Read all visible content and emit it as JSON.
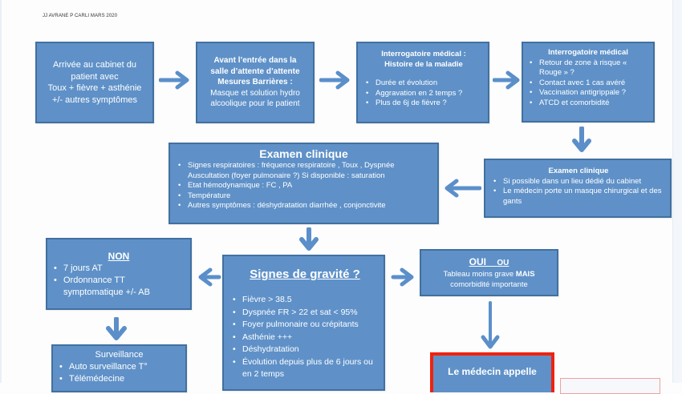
{
  "credit": "JJ AVRANE P CARLI MARS 2020",
  "colors": {
    "box_fill": "#5f91c8",
    "box_border": "#41709f",
    "arrow": "#5b8fc9",
    "alert_border": "#f0220f"
  },
  "boxes": {
    "arrival": {
      "lines": [
        "Arrivée au cabinet du",
        "patient avec",
        "Toux + fièvre + asthénie",
        "+/- autres symptômes"
      ]
    },
    "waiting_room": {
      "title_lines": [
        "Avant l’entrée dans la",
        "salle d’attente d’attente",
        "Mesures Barrières  :"
      ],
      "lines": [
        "Masque et solution hydro",
        "alcoolique pour le patient"
      ]
    },
    "history": {
      "title_lines": [
        "Interrogatoire médical :",
        "Histoire de la maladie"
      ],
      "items": [
        "Durée et évolution",
        "Aggravation en 2 temps ?",
        "Plus de 6j de fièvre ?"
      ]
    },
    "interrogation": {
      "title": "Interrogatoire médical",
      "items": [
        "Retour de zone à risque « Rouge » ?",
        "Contact avec 1 cas avéré",
        "Vaccination antigrippale ?",
        "ATCD et comorbidité"
      ]
    },
    "exam_setup": {
      "title": "Examen clinique",
      "items": [
        "Si possible dans un lieu dédié  du cabinet",
        "Le médecin porte  un masque  chirurgical et des gants"
      ]
    },
    "exam": {
      "title": "Examen clinique",
      "items": [
        "Signes respiratoires  : fréquence respiratoire ,  Toux , Dyspnée Auscultation (foyer pulmonaire ?) Si disponible : saturation",
        "Etat  hémodynamique : FC , PA",
        "Température",
        "Autres symptômes  :  déshydratation diarrhée , conjonctivite"
      ]
    },
    "no": {
      "title": "NON",
      "items": [
        "7 jours AT",
        "Ordonnance TT symptomatique +/- AB"
      ]
    },
    "severity": {
      "title": "Signes de gravité ?",
      "items": [
        "Fièvre > 38.5",
        "Dyspnée  FR > 22 et  sat < 95%",
        "Foyer pulmonaire ou crépitants",
        "Asthénie +++",
        "Déshydratation",
        "Évolution depuis plus de 6 jours ou en 2 temps"
      ]
    },
    "yes": {
      "title_yes": "OUI",
      "title_or": "OU",
      "line1_prefix": "Tableau moins grave ",
      "line1_bold": "MAIS",
      "line2": "comorbidité importante"
    },
    "surveillance": {
      "title": "Surveillance",
      "items": [
        "Auto surveillance  T°",
        "Télémédecine"
      ]
    },
    "call": {
      "label": "Le médecin appelle"
    }
  },
  "arrows": [
    {
      "name": "arrow-arrival-to-waiting",
      "direction": "right"
    },
    {
      "name": "arrow-waiting-to-history",
      "direction": "right"
    },
    {
      "name": "arrow-history-to-interrogation",
      "direction": "right"
    },
    {
      "name": "arrow-interrogation-to-exam-setup",
      "direction": "down"
    },
    {
      "name": "arrow-exam-setup-to-exam",
      "direction": "left"
    },
    {
      "name": "arrow-exam-to-severity",
      "direction": "down"
    },
    {
      "name": "arrow-severity-to-no",
      "direction": "left"
    },
    {
      "name": "arrow-severity-to-yes",
      "direction": "right"
    },
    {
      "name": "arrow-no-to-surveillance",
      "direction": "down"
    },
    {
      "name": "arrow-yes-to-call",
      "direction": "down"
    }
  ]
}
